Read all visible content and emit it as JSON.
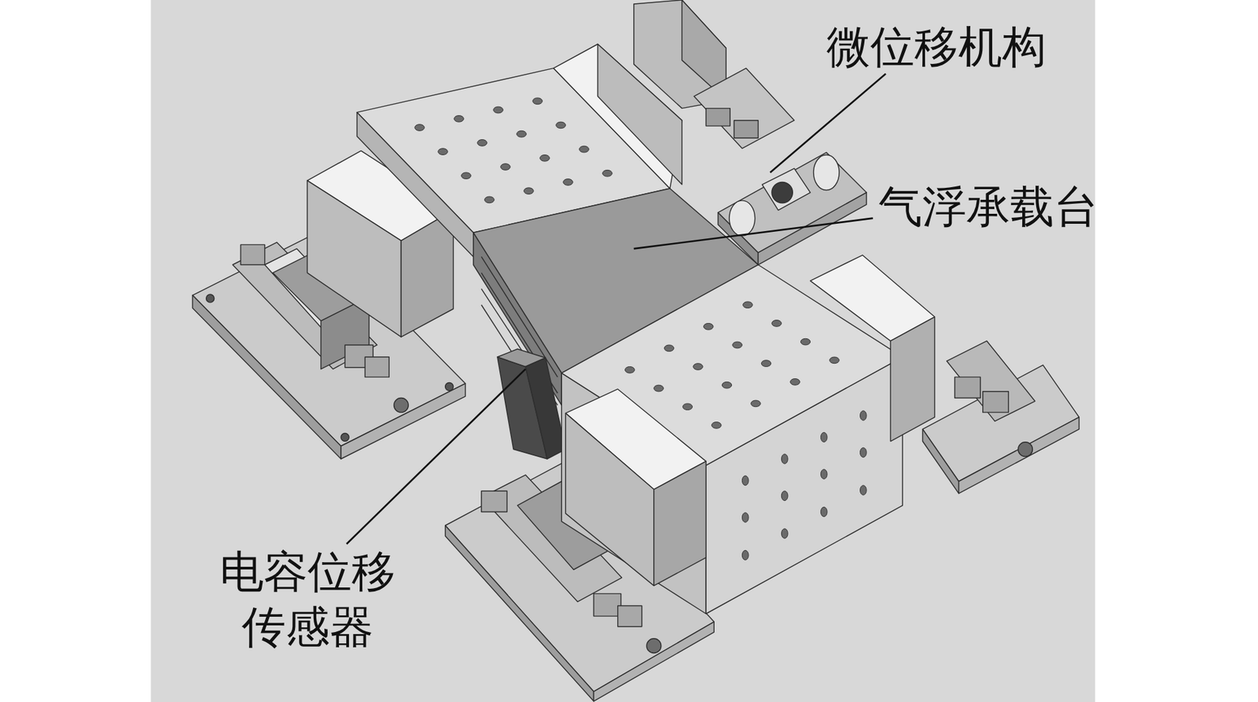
{
  "diagram": {
    "labels": [
      "微位移机构",
      "气浮承载台",
      "电容位移 传感器"
    ]
  }
}
